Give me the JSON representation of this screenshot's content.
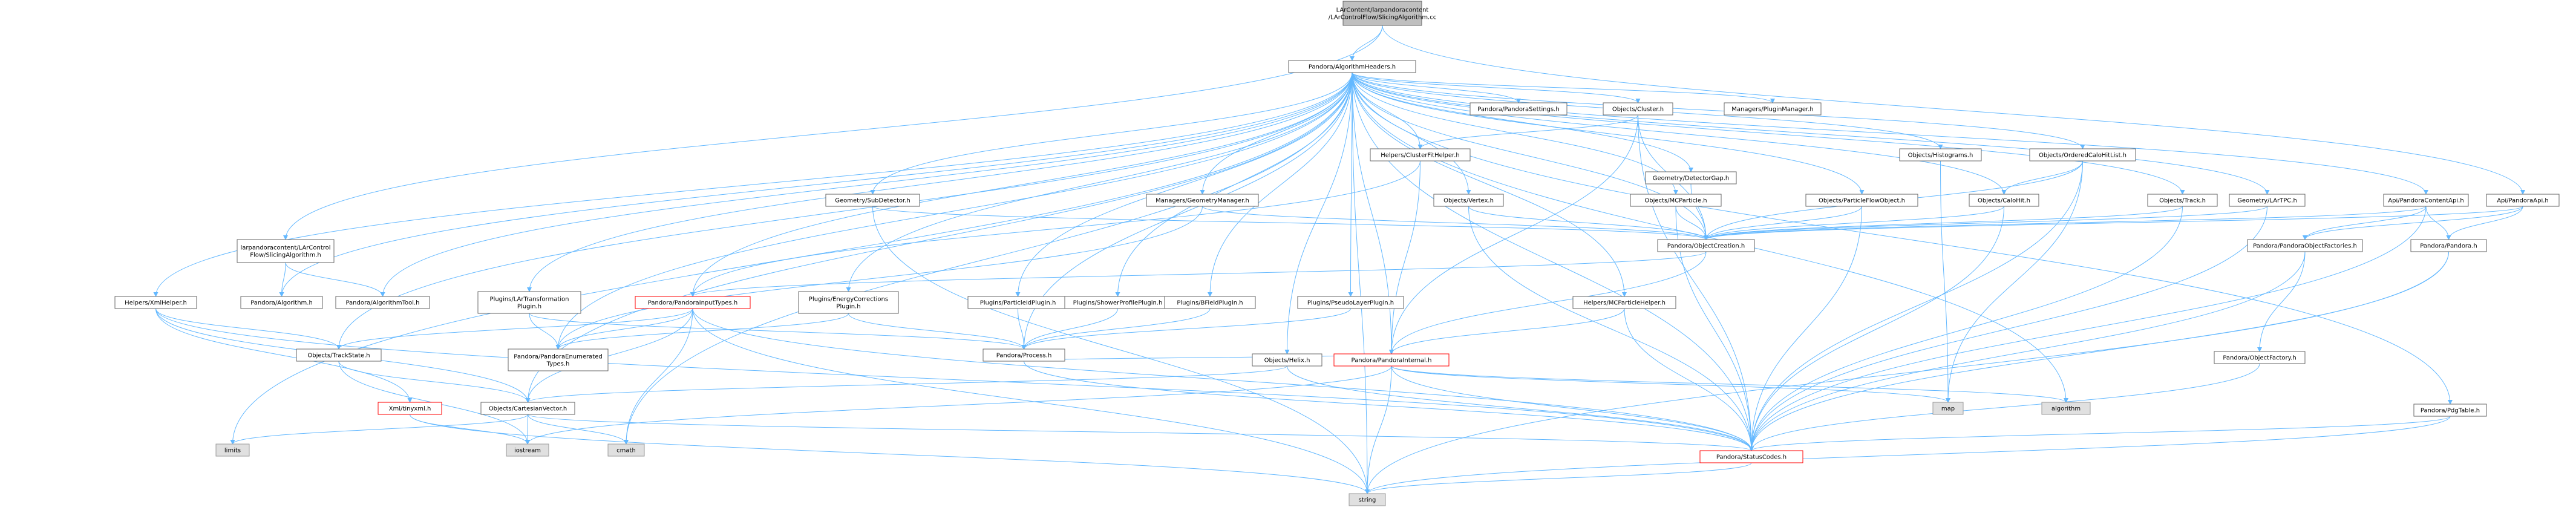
{
  "diagram": {
    "nodes": [
      {
        "id": "root",
        "lines": [
          "LArContent/larpandoracontent",
          "/LArControlFlow/SlicingAlgorithm.cc"
        ],
        "style": "root"
      },
      {
        "id": "ah",
        "lines": [
          "Pandora/AlgorithmHeaders.h"
        ],
        "style": "normal"
      },
      {
        "id": "sa_h",
        "lines": [
          "larpandoracontent/LArControl",
          "Flow/SlicingAlgorithm.h"
        ],
        "style": "normal"
      },
      {
        "id": "ppcapi",
        "lines": [
          "Api/PandoraContentApi.h"
        ],
        "style": "normal"
      },
      {
        "id": "papi",
        "lines": [
          "Api/PandoraApi.h"
        ],
        "style": "normal"
      },
      {
        "id": "ppset",
        "lines": [
          "Pandora/PandoraSettings.h"
        ],
        "style": "normal"
      },
      {
        "id": "ocl",
        "lines": [
          "Objects/Cluster.h"
        ],
        "style": "normal"
      },
      {
        "id": "mpm",
        "lines": [
          "Managers/PluginManager.h"
        ],
        "style": "normal"
      },
      {
        "id": "hcfh",
        "lines": [
          "Helpers/ClusterFitHelper.h"
        ],
        "style": "normal"
      },
      {
        "id": "ohist",
        "lines": [
          "Objects/Histograms.h"
        ],
        "style": "normal"
      },
      {
        "id": "oochl",
        "lines": [
          "Objects/OrderedCaloHitList.h"
        ],
        "style": "normal"
      },
      {
        "id": "gdg",
        "lines": [
          "Geometry/DetectorGap.h"
        ],
        "style": "normal"
      },
      {
        "id": "gsd",
        "lines": [
          "Geometry/SubDetector.h"
        ],
        "style": "normal"
      },
      {
        "id": "mgm",
        "lines": [
          "Managers/GeometryManager.h"
        ],
        "style": "normal"
      },
      {
        "id": "ovtx",
        "lines": [
          "Objects/Vertex.h"
        ],
        "style": "normal"
      },
      {
        "id": "omcp",
        "lines": [
          "Objects/MCParticle.h"
        ],
        "style": "normal"
      },
      {
        "id": "opfo",
        "lines": [
          "Objects/ParticleFlowObject.h"
        ],
        "style": "normal"
      },
      {
        "id": "och",
        "lines": [
          "Objects/CaloHit.h"
        ],
        "style": "normal"
      },
      {
        "id": "otrk",
        "lines": [
          "Objects/Track.h"
        ],
        "style": "normal"
      },
      {
        "id": "glartpc",
        "lines": [
          "Geometry/LArTPC.h"
        ],
        "style": "normal"
      },
      {
        "id": "poc",
        "lines": [
          "Pandora/ObjectCreation.h"
        ],
        "style": "normal"
      },
      {
        "id": "ppof",
        "lines": [
          "Pandora/PandoraObjectFactories.h"
        ],
        "style": "normal"
      },
      {
        "id": "pp",
        "lines": [
          "Pandora/Pandora.h"
        ],
        "style": "normal"
      },
      {
        "id": "pa",
        "lines": [
          "Pandora/Algorithm.h"
        ],
        "style": "normal"
      },
      {
        "id": "pat",
        "lines": [
          "Pandora/AlgorithmTool.h"
        ],
        "style": "normal"
      },
      {
        "id": "hxml",
        "lines": [
          "Helpers/XmlHelper.h"
        ],
        "style": "normal"
      },
      {
        "id": "plt",
        "lines": [
          "Plugins/LArTransformation",
          "Plugin.h"
        ],
        "style": "normal"
      },
      {
        "id": "ppit",
        "lines": [
          "Pandora/PandoraInputTypes.h"
        ],
        "style": "red"
      },
      {
        "id": "pecp",
        "lines": [
          "Plugins/EnergyCorrections",
          "Plugin.h"
        ],
        "style": "normal"
      },
      {
        "id": "ppidp",
        "lines": [
          "Plugins/ParticleIdPlugin.h"
        ],
        "style": "normal"
      },
      {
        "id": "pspp",
        "lines": [
          "Plugins/ShowerProfilePlugin.h"
        ],
        "style": "normal"
      },
      {
        "id": "pbfp",
        "lines": [
          "Plugins/BFieldPlugin.h"
        ],
        "style": "normal"
      },
      {
        "id": "pplp",
        "lines": [
          "Plugins/PseudoLayerPlugin.h"
        ],
        "style": "normal"
      },
      {
        "id": "hmcph",
        "lines": [
          "Helpers/MCParticleHelper.h"
        ],
        "style": "normal"
      },
      {
        "id": "pof",
        "lines": [
          "Pandora/ObjectFactory.h"
        ],
        "style": "normal"
      },
      {
        "id": "ots",
        "lines": [
          "Objects/TrackState.h"
        ],
        "style": "normal"
      },
      {
        "id": "ppet",
        "lines": [
          "Pandora/PandoraEnumerated",
          "Types.h"
        ],
        "style": "normal"
      },
      {
        "id": "pproc",
        "lines": [
          "Pandora/Process.h"
        ],
        "style": "normal"
      },
      {
        "id": "ohelix",
        "lines": [
          "Objects/Helix.h"
        ],
        "style": "normal"
      },
      {
        "id": "ppint",
        "lines": [
          "Pandora/PandoraInternal.h"
        ],
        "style": "red"
      },
      {
        "id": "ppdg",
        "lines": [
          "Pandora/PdgTable.h"
        ],
        "style": "normal"
      },
      {
        "id": "xmltiny",
        "lines": [
          "Xml/tinyxml.h"
        ],
        "style": "red"
      },
      {
        "id": "ocv",
        "lines": [
          "Objects/CartesianVector.h"
        ],
        "style": "normal"
      },
      {
        "id": "map",
        "lines": [
          "map"
        ],
        "style": "sys"
      },
      {
        "id": "algo",
        "lines": [
          "algorithm"
        ],
        "style": "sys"
      },
      {
        "id": "limits",
        "lines": [
          "limits"
        ],
        "style": "sys"
      },
      {
        "id": "iostream",
        "lines": [
          "iostream"
        ],
        "style": "sys"
      },
      {
        "id": "cmath",
        "lines": [
          "cmath"
        ],
        "style": "sys"
      },
      {
        "id": "psc",
        "lines": [
          "Pandora/StatusCodes.h"
        ],
        "style": "red"
      },
      {
        "id": "string",
        "lines": [
          "string"
        ],
        "style": "sys"
      }
    ]
  }
}
